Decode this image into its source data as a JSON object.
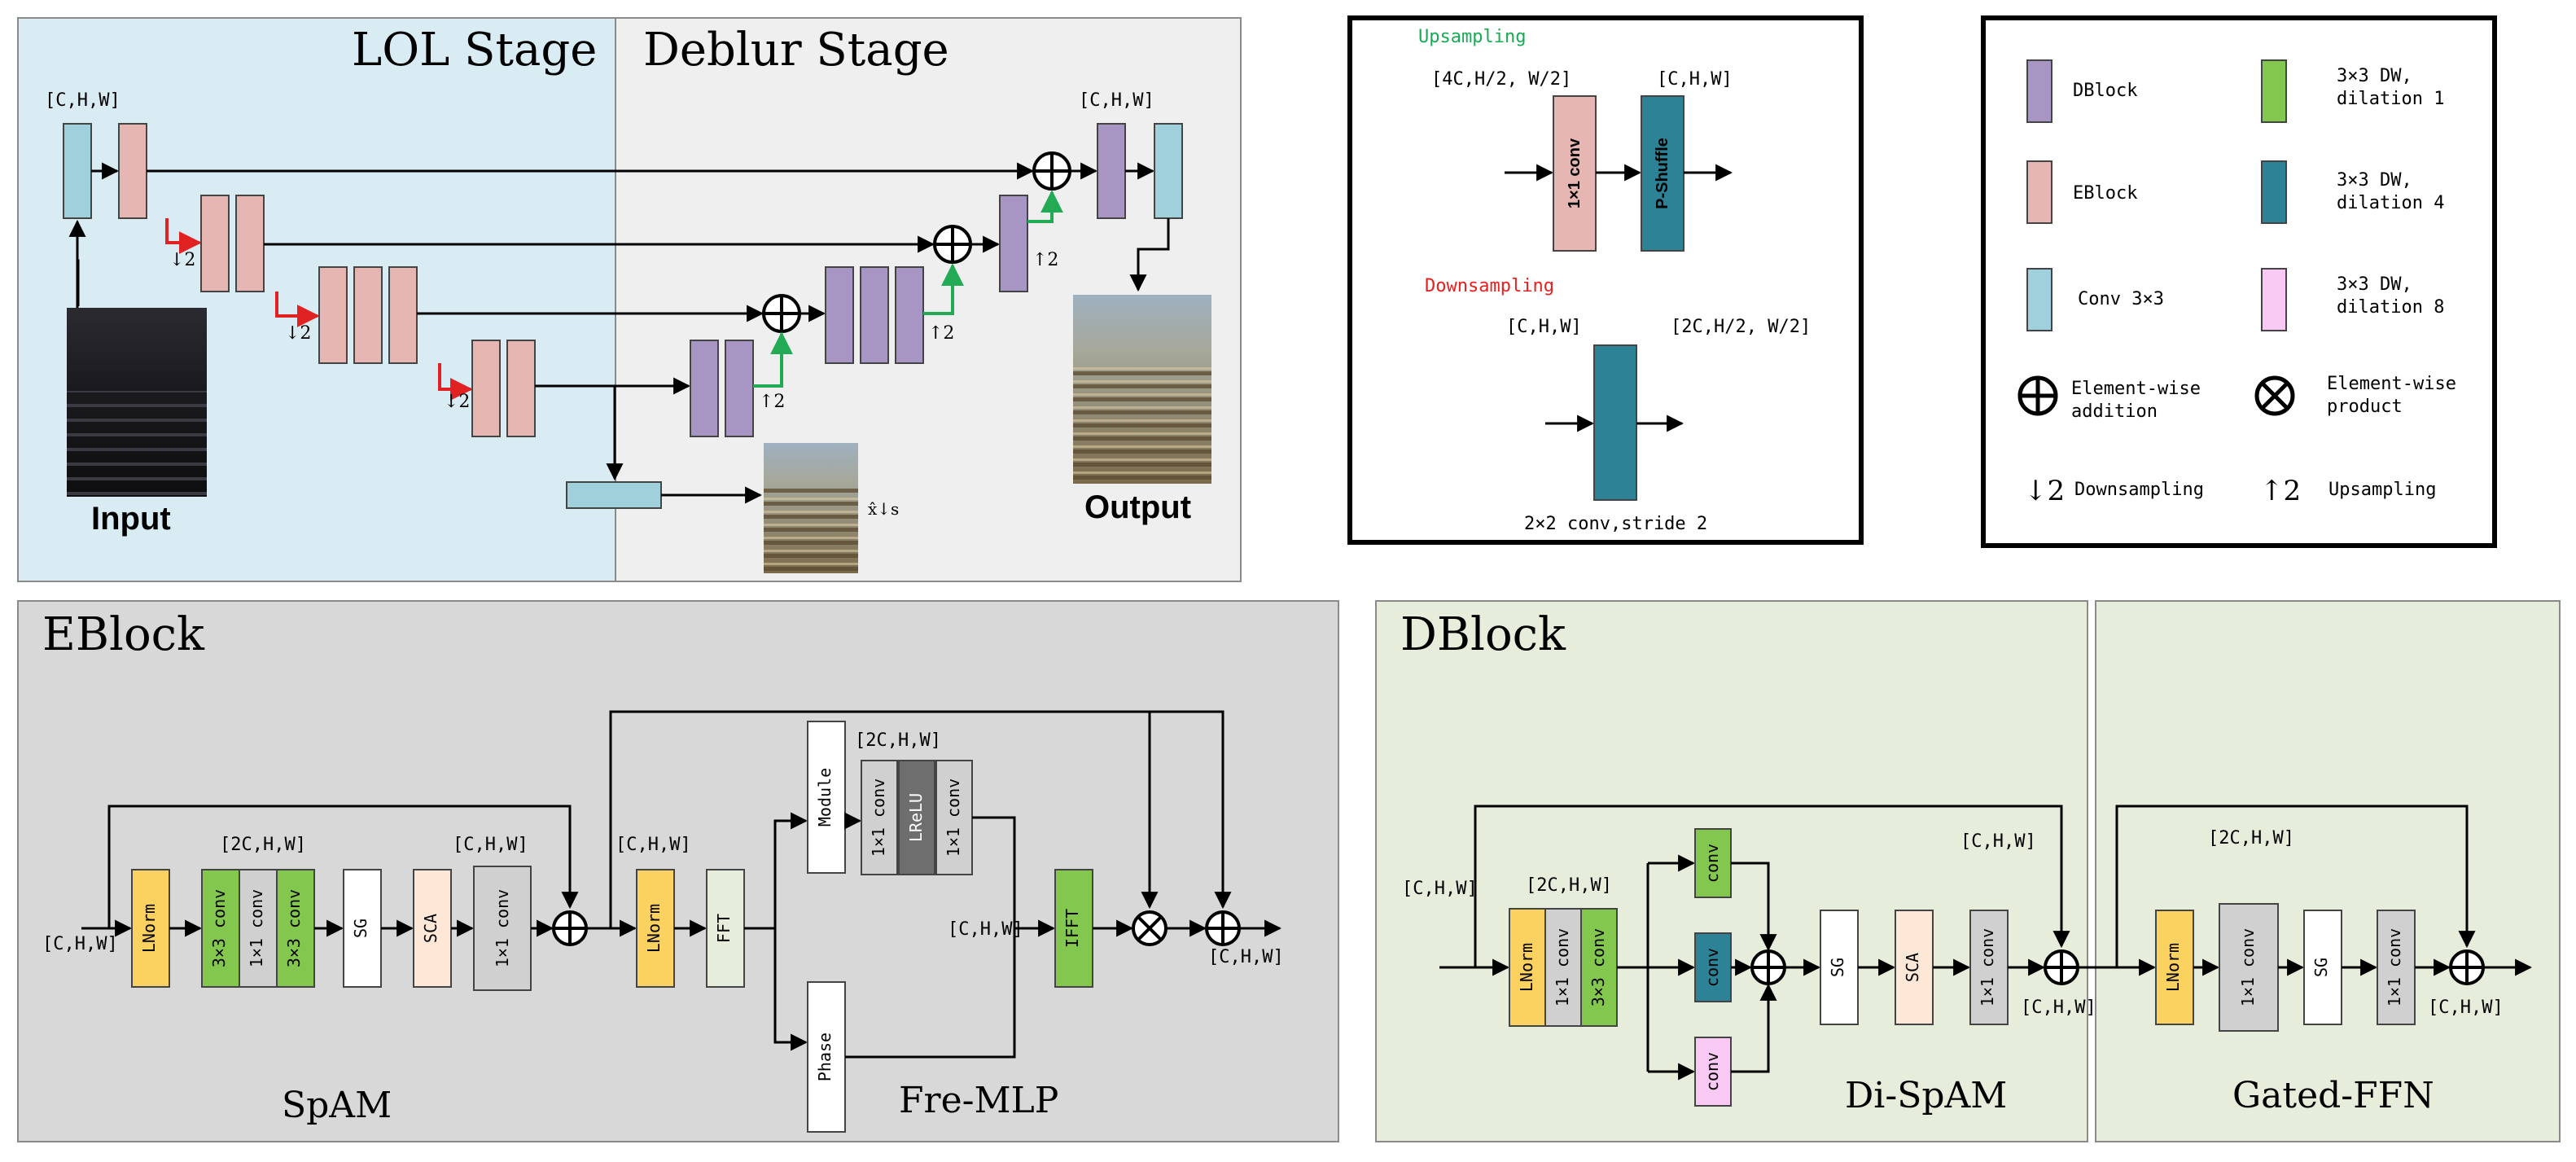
{
  "colors": {
    "lol_bg": "#d9ebf3",
    "deblur_bg": "#efefef",
    "eblock_bg": "#d8d8d8",
    "dblock_bg": "#e6eedb",
    "conv3x3": "#9fd0dc",
    "eblock": "#e6b7b2",
    "dblock": "#a796c3",
    "lnorm": "#fbd160",
    "dw1": "#84c74e",
    "dw4": "#2d8296",
    "dw8": "#f8c9f3",
    "sca": "#fde7d6",
    "gray": "#d0d0d0",
    "dark_gray": "#6e6e6e",
    "up_arrow": "#22aa55",
    "down_arrow": "#e02222",
    "upsampling_text": "#1aaa55",
    "downsampling_text": "#e62020"
  },
  "top": {
    "lol_title": "LOL Stage",
    "deblur_title": "Deblur Stage",
    "input_label": "Input",
    "output_label": "Output",
    "dim_chw": "[C,H,W]",
    "down2": "↓2",
    "up2": "↑2",
    "xs_label": "x̂↓s"
  },
  "sampling": {
    "upsampling_title": "Upsampling",
    "up_in_dim": "[4C,H/2, W/2]",
    "up_out_dim": "[C,H,W]",
    "conv1x1": "1×1 conv",
    "pshuffle": "P-Shuffle",
    "downsampling_title": "Downsampling",
    "down_in_dim": "[C,H,W]",
    "down_out_dim": "[2C,H/2, W/2]",
    "down_caption": "2×2 conv,stride 2"
  },
  "legend": {
    "dblock": "DBlock",
    "eblock": "EBlock",
    "conv3": "Conv 3×3",
    "add_1": "Element-wise",
    "add_2": "addition",
    "prod_1": "Element-wise",
    "prod_2": "product",
    "down": "↓2",
    "down_text": "Downsampling",
    "up": "↑2",
    "up_text": "Upsampling",
    "dw1_1": "3×3 DW,",
    "dw1_2": "dilation 1",
    "dw4_1": "3×3 DW,",
    "dw4_2": "dilation 4",
    "dw8_1": "3×3 DW,",
    "dw8_2": "dilation 8"
  },
  "eblock": {
    "title": "EBlock",
    "dim_chw": "[C,H,W]",
    "dim_2chw": "[2C,H,W]",
    "lnorm": "LNorm",
    "conv3": "3×3 conv",
    "conv1": "1×1 conv",
    "sg": "SG",
    "sca": "SCA",
    "fft": "FFT",
    "ifft": "IFFT",
    "module": "Module",
    "phase": "Phase",
    "lrelu": "LReLU",
    "spam": "SpAM",
    "fremlp": "Fre-MLP"
  },
  "dblock": {
    "title": "DBlock",
    "dim_chw": "[C,H,W]",
    "dim_2chw": "[2C,H,W]",
    "lnorm": "LNorm",
    "conv1": "1×1 conv",
    "conv3": "3×3 conv",
    "conv": "conv",
    "sg": "SG",
    "sca": "SCA",
    "dispam": "Di-SpAM",
    "gatedffn": "Gated-FFN"
  }
}
